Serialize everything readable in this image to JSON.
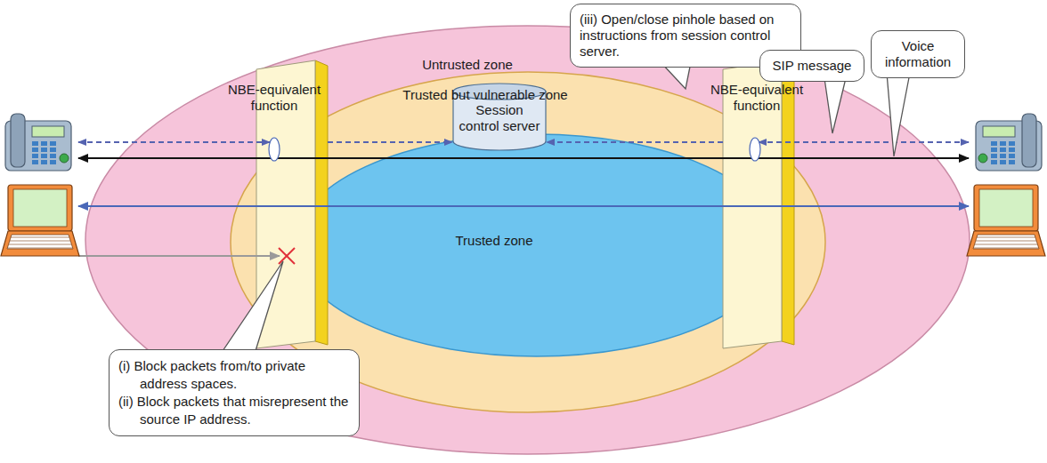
{
  "diagram": {
    "nodes": [
      {
        "text": [
          "Untrusted zone"
        ]
      },
      {
        "text": [
          "Trusted but vulnerable zone"
        ],
        "in": 0
      },
      {
        "text": [
          "Trusted zone"
        ],
        "in": 1
      },
      {
        "text": [
          "Session control server"
        ],
        "in": 1
      },
      {
        "text": [
          "NBE-equivalent function"
        ],
        "in": 1
      },
      {
        "text": [
          "NBE-equivalent function"
        ],
        "in": 1
      },
      {
        "text": [
          "(i) Block packets from/to private address spaces.",
          "(ii) Block packets that misrepresent the source IP address."
        ]
      },
      {
        "text": [
          "(iii) Open/close pinhole based on instructions from session control server."
        ]
      },
      {
        "text": [
          "SIP message"
        ]
      },
      {
        "text": [
          "Voice information"
        ]
      }
    ],
    "edges": [
      {
        "from": 4,
        "to": 3,
        "arrow": "to"
      },
      {
        "from": 5,
        "to": 3,
        "arrow": "to"
      }
    ]
  }
}
